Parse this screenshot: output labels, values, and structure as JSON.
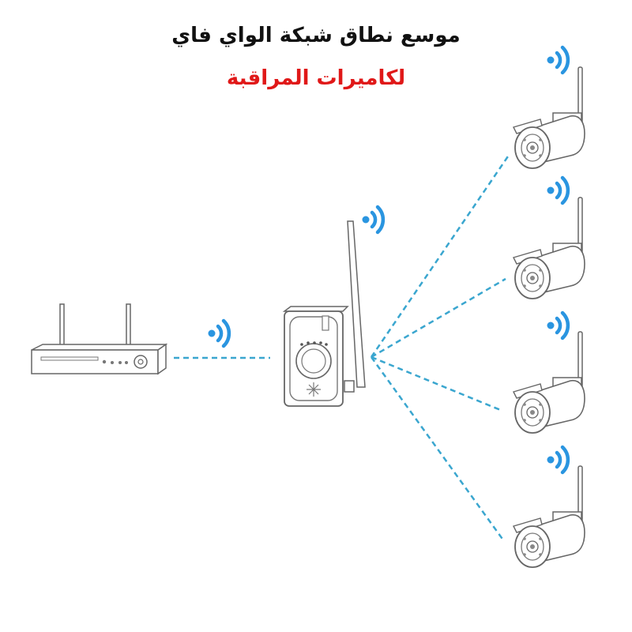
{
  "heading": {
    "title": "موسع نطاق شبكة الواي فاي",
    "subtitle": "لكاميرات المراقبة"
  },
  "colors": {
    "title": "#111111",
    "subtitle": "#e01818",
    "link": "#3aa6cf",
    "wifi": "#2a95e0",
    "outline": "#666666"
  },
  "devices": {
    "recorder": "nvr-recorder",
    "extender": "wifi-range-extender",
    "cameras": [
      "bullet-camera",
      "bullet-camera",
      "bullet-camera",
      "bullet-camera"
    ]
  }
}
